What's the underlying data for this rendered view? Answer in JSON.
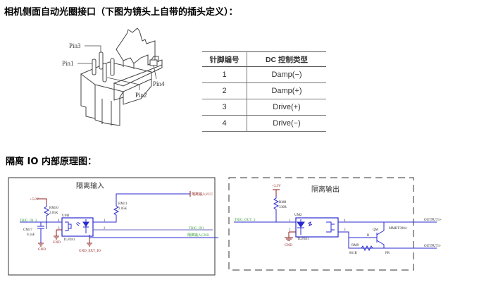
{
  "heading_top": "相机侧面自动光圈接口（下图为镜头上自带的插头定义）：",
  "connector_figure": {
    "pin_labels": [
      "Pin3",
      "Pin1",
      "Pin4",
      "Pin2"
    ]
  },
  "pin_table": {
    "headers": [
      "针脚编号",
      "DC 控制类型"
    ],
    "rows": [
      {
        "pin": "1",
        "type": "Damp(−)"
      },
      {
        "pin": "2",
        "type": "Damp(+)"
      },
      {
        "pin": "3",
        "type": "Drive(+)"
      },
      {
        "pin": "4",
        "type": "Drive(−)"
      }
    ]
  },
  "heading_bottom": "隔离 IO 内部原理图：",
  "input_schematic": {
    "title": "隔离输入",
    "supply": "+5.0V",
    "r_left": {
      "ref": "RM10",
      "value": "2.05K"
    },
    "r_right": {
      "ref": "RM11",
      "value": "2.05K"
    },
    "net_trig_in": "TRIG_IN_2",
    "cap": {
      "ref": "CM17",
      "value": "0.1uF"
    },
    "opto": {
      "ref": "UM4",
      "part": "TLP281"
    },
    "pins": [
      "4",
      "3",
      "1",
      "2"
    ],
    "gnd1": "GND",
    "gnd2": "GND",
    "gnd_ext": "GND_EXT_IO",
    "vcc_port": "隔离输入VCC",
    "trig_out_net": "TRIG_IN1",
    "gnd_port": "隔离输入GND"
  },
  "output_schematic": {
    "title": "隔离输出",
    "supply": "+3.3V",
    "r_top": {
      "ref": "RM8",
      "value": "330R"
    },
    "net_trig_out": "TRIG_OUT_1",
    "opto": {
      "ref": "UM2",
      "part": "TLP281"
    },
    "pins": [
      "1",
      "2",
      "4",
      "3"
    ],
    "gnd": "GND",
    "r_bottom": {
      "ref": "RM9",
      "value": "861R"
    },
    "transistor": {
      "ref": "QM",
      "part": "MMBT3904",
      "base": "B",
      "emitter": "PR"
    },
    "out_plus": "OUTPUT1+",
    "out_minus": "OUTPUT1-"
  },
  "colors": {
    "schematic_blue": "#2a2ad0",
    "wire_gray": "#555555",
    "supply_red": "#8b1a1a",
    "net_green": "#3aa03a"
  }
}
